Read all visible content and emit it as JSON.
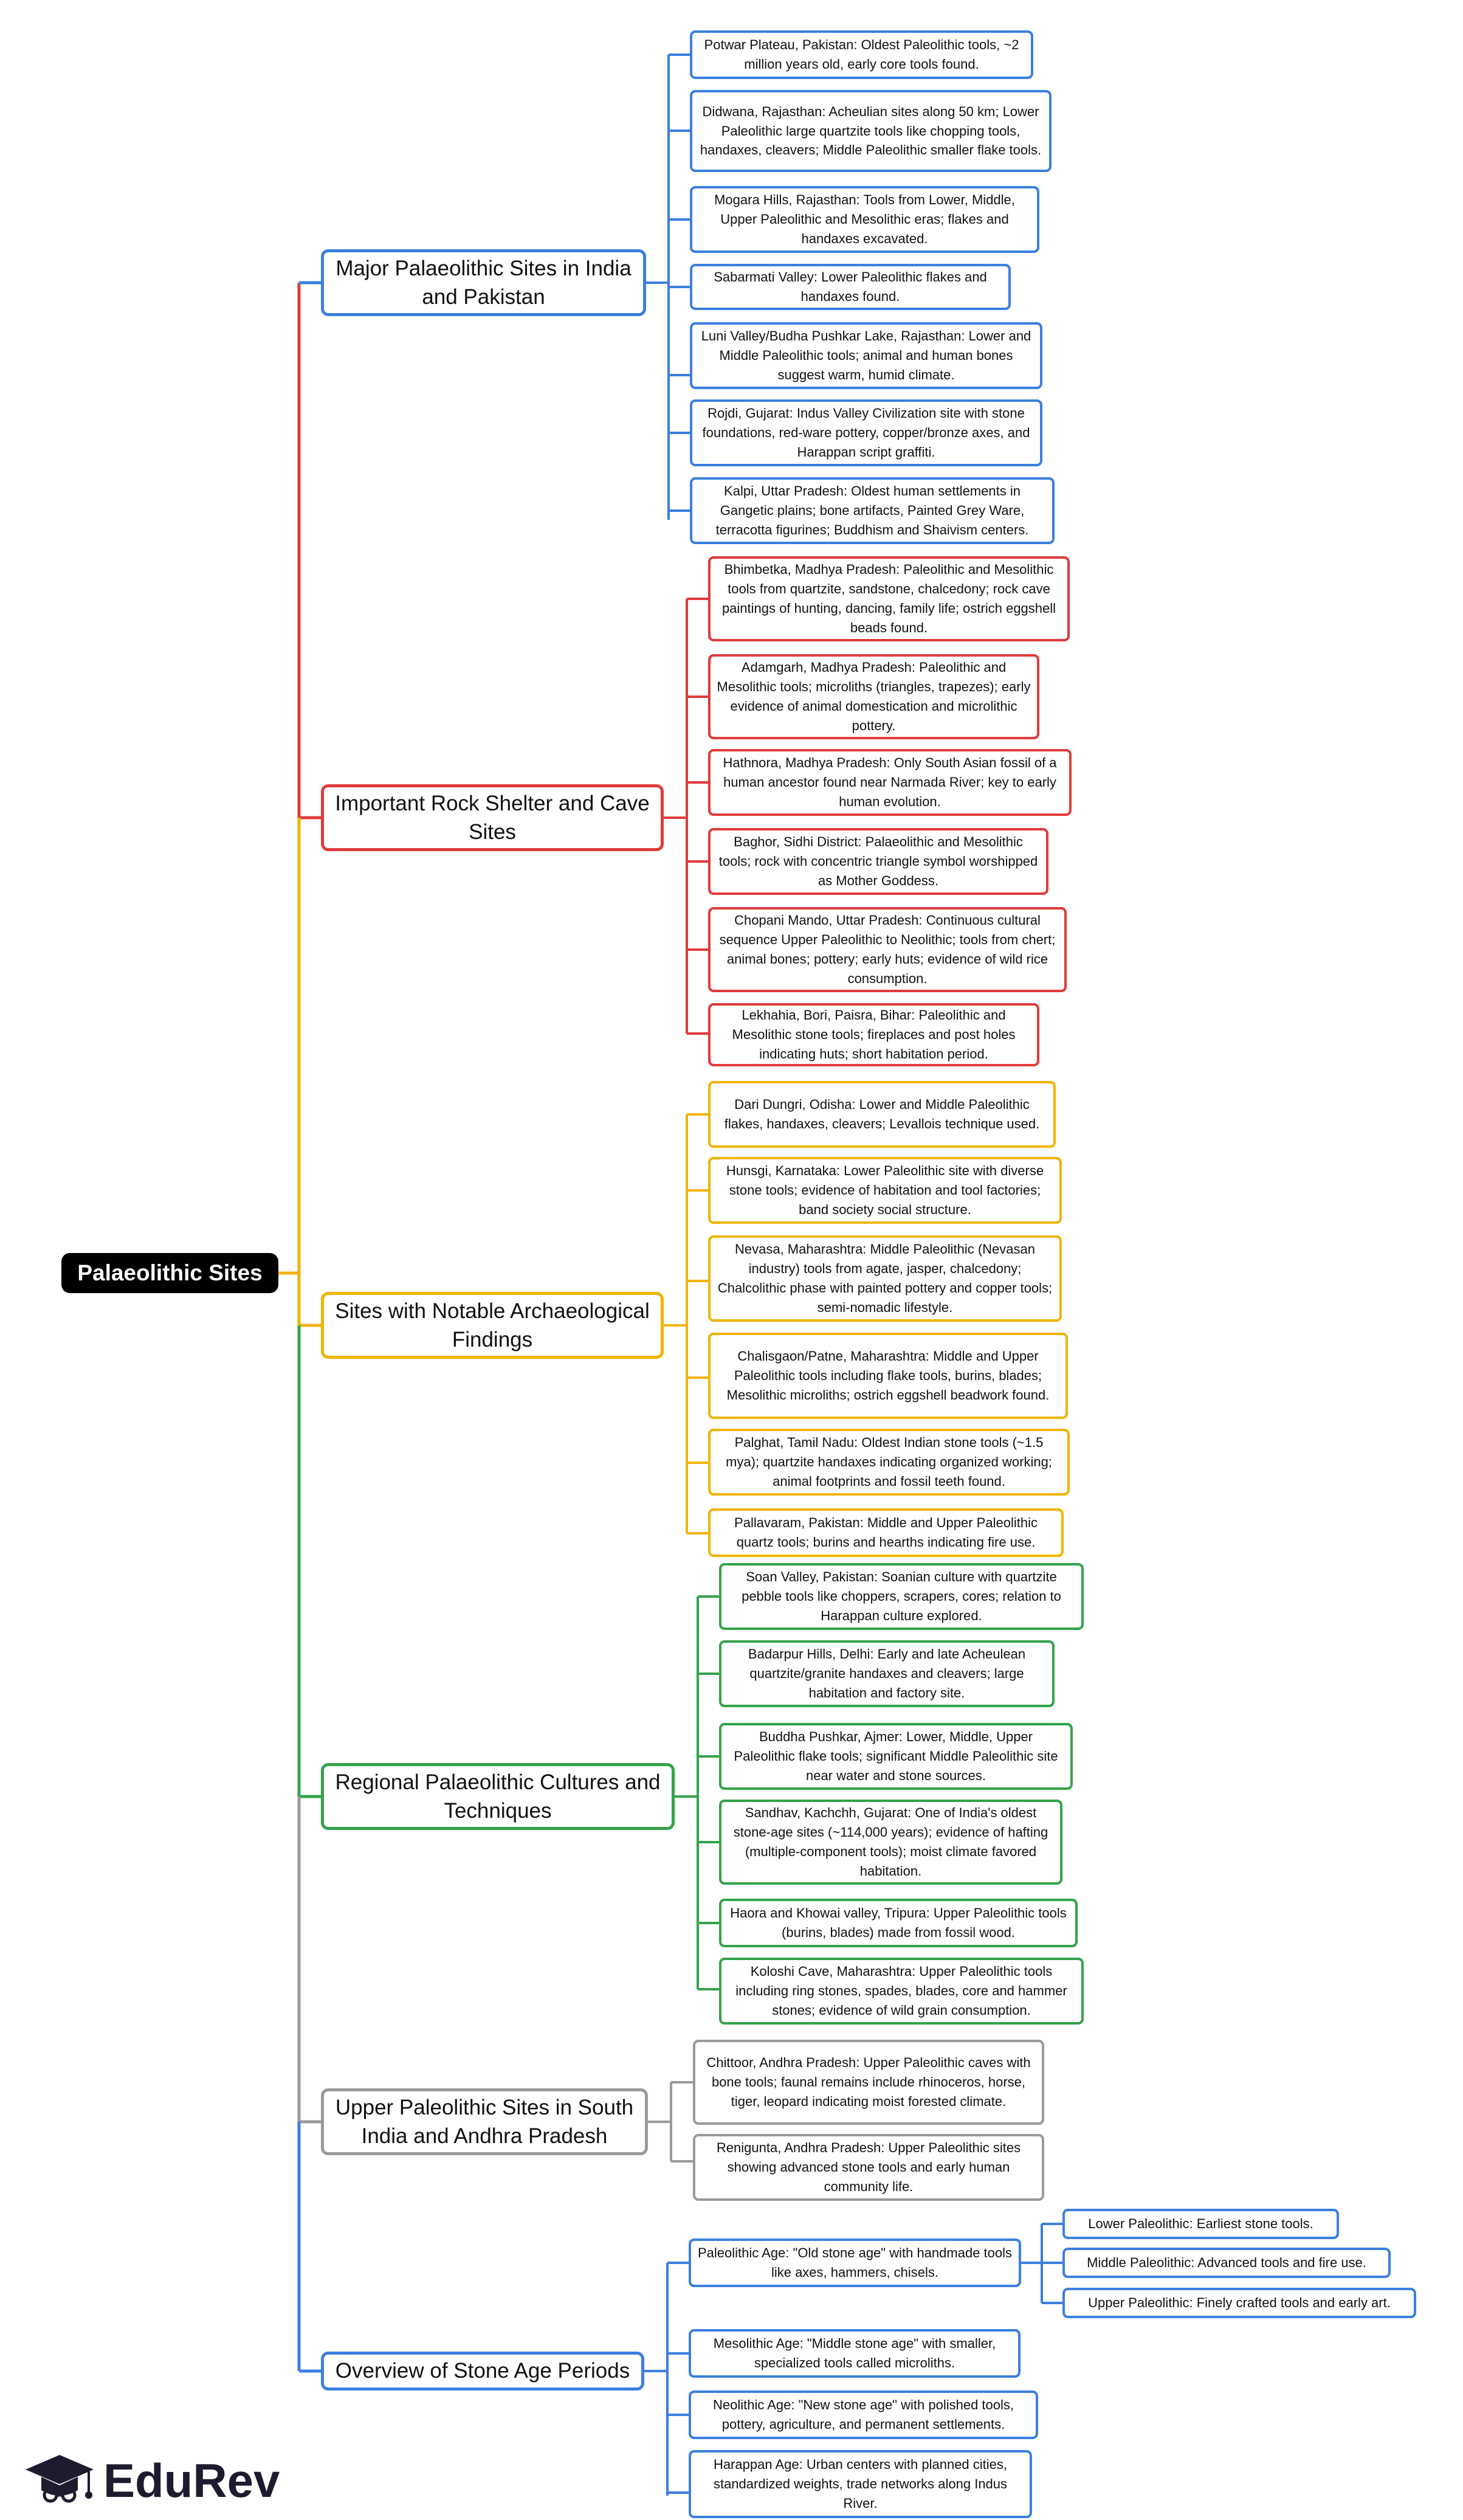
{
  "root": "Palaeolithic Sites",
  "colors": {
    "blue": "#3b7fe0",
    "red": "#e03a3a",
    "amber": "#f0b400",
    "green": "#33a34a",
    "gray": "#9a9a9a",
    "root": "#000000"
  },
  "categories": [
    {
      "label": "Major Palaeolithic Sites in India and Pakistan",
      "color": "blue",
      "items": [
        "Potwar Plateau, Pakistan: Oldest Paleolithic tools, ~2 million years old, early core tools found.",
        "Didwana, Rajasthan: Acheulian sites along 50 km; Lower Paleolithic large quartzite tools like chopping tools, handaxes, cleavers; Middle Paleolithic smaller flake tools.",
        "Mogara Hills, Rajasthan: Tools from Lower, Middle, Upper Paleolithic and Mesolithic eras; flakes and handaxes excavated.",
        "Sabarmati Valley: Lower Paleolithic flakes and handaxes found.",
        "Luni Valley/Budha Pushkar Lake, Rajasthan: Lower and Middle Paleolithic tools; animal and human bones suggest warm, humid climate.",
        "Rojdi, Gujarat: Indus Valley Civilization site with stone foundations, red-ware pottery, copper/bronze axes, and Harappan script graffiti.",
        "Kalpi, Uttar Pradesh: Oldest human settlements in Gangetic plains; bone artifacts, Painted Grey Ware, terracotta figurines; Buddhism and Shaivism centers."
      ]
    },
    {
      "label": "Important Rock Shelter and Cave Sites",
      "color": "red",
      "items": [
        "Bhimbetka, Madhya Pradesh: Paleolithic and Mesolithic tools from quartzite, sandstone, chalcedony; rock cave paintings of hunting, dancing, family life; ostrich eggshell beads found.",
        "Adamgarh, Madhya Pradesh: Paleolithic and Mesolithic tools; microliths (triangles, trapezes); early evidence of animal domestication and microlithic pottery.",
        "Hathnora, Madhya Pradesh: Only South Asian fossil of a human ancestor found near Narmada River; key to early human evolution.",
        "Baghor, Sidhi District: Palaeolithic and Mesolithic tools; rock with concentric triangle symbol worshipped as Mother Goddess.",
        "Chopani Mando, Uttar Pradesh: Continuous cultural sequence Upper Paleolithic to Neolithic; tools from chert; animal bones; pottery; early huts; evidence of wild rice consumption.",
        "Lekhahia, Bori, Paisra, Bihar: Paleolithic and Mesolithic stone tools; fireplaces and post holes indicating huts; short habitation period."
      ]
    },
    {
      "label": "Sites with Notable Archaeological Findings",
      "color": "amber",
      "items": [
        "Dari Dungri, Odisha: Lower and Middle Paleolithic flakes, handaxes, cleavers; Levallois technique used.",
        "Hunsgi, Karnataka: Lower Paleolithic site with diverse stone tools; evidence of habitation and tool factories; band society social structure.",
        "Nevasa, Maharashtra: Middle Paleolithic (Nevasan industry) tools from agate, jasper, chalcedony; Chalcolithic phase with painted pottery and copper tools; semi-nomadic lifestyle.",
        "Chalisgaon/Patne, Maharashtra: Middle and Upper Paleolithic tools including flake tools, burins, blades; Mesolithic microliths; ostrich eggshell beadwork found.",
        "Palghat, Tamil Nadu: Oldest Indian stone tools (~1.5 mya); quartzite handaxes indicating organized working; animal footprints and fossil teeth found.",
        "Pallavaram, Pakistan: Middle and Upper Paleolithic quartz tools; burins and hearths indicating fire use."
      ]
    },
    {
      "label": "Regional Palaeolithic Cultures and Techniques",
      "color": "green",
      "items": [
        "Soan Valley, Pakistan: Soanian culture with quartzite pebble tools like choppers, scrapers, cores; relation to Harappan culture explored.",
        "Badarpur Hills, Delhi: Early and late Acheulean quartzite/granite handaxes and cleavers; large habitation and factory site.",
        "Buddha Pushkar, Ajmer: Lower, Middle, Upper Paleolithic flake tools; significant Middle Paleolithic site near water and stone sources.",
        "Sandhav, Kachchh, Gujarat: One of India's oldest stone-age sites (~114,000 years); evidence of hafting (multiple-component tools); moist climate favored habitation.",
        "Haora and Khowai valley, Tripura: Upper Paleolithic tools (burins, blades) made from fossil wood.",
        "Koloshi Cave, Maharashtra: Upper Paleolithic tools including ring stones, spades, blades, core and hammer stones; evidence of wild grain consumption."
      ]
    },
    {
      "label": "Upper Paleolithic Sites in South India and Andhra Pradesh",
      "color": "gray",
      "items": [
        "Chittoor, Andhra Pradesh: Upper Paleolithic caves with bone tools; faunal remains include rhinoceros, horse, tiger, leopard indicating moist forested climate.",
        "Renigunta, Andhra Pradesh: Upper Paleolithic sites showing advanced stone tools and early human community life."
      ]
    },
    {
      "label": "Overview of Stone Age Periods",
      "color": "blue",
      "items": [
        "Paleolithic Age: \"Old stone age\" with handmade tools like axes, hammers, chisels.",
        "Mesolithic Age: \"Middle stone age\" with smaller, specialized tools called microliths.",
        "Neolithic Age: \"New stone age\" with polished tools, pottery, agriculture, and permanent settlements.",
        "Harappan Age: Urban centers with planned cities, standardized weights, trade networks along Indus River."
      ],
      "subitems": [
        "Lower Paleolithic: Earliest stone tools.",
        "Middle Paleolithic: Advanced tools and fire use.",
        "Upper Paleolithic: Finely crafted tools and early art."
      ]
    }
  ],
  "brand": "EduRev"
}
